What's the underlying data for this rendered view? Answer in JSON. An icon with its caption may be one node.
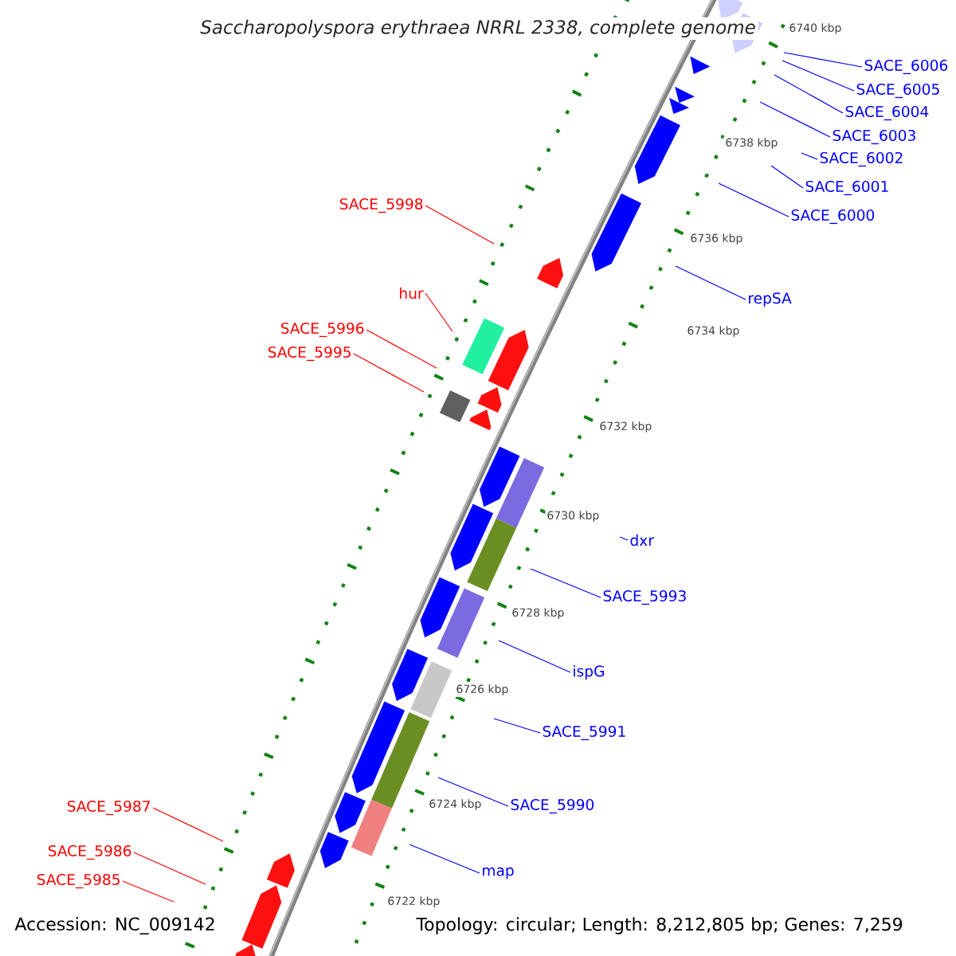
{
  "diagram": {
    "title": "Saccharopolyspora erythraea NRRL 2338, complete genome",
    "nodes": [
      {
        "text": [
          "SACE_6006"
        ]
      },
      {
        "text": [
          "SACE_6005"
        ]
      },
      {
        "text": [
          "SACE_6004"
        ]
      },
      {
        "text": [
          "SACE_6003"
        ]
      },
      {
        "text": [
          "SACE_6002"
        ]
      },
      {
        "text": [
          "SACE_6001"
        ]
      },
      {
        "text": [
          "SACE_6000"
        ]
      },
      {
        "text": [
          "repSA"
        ]
      },
      {
        "text": [
          "SACE_5998"
        ]
      },
      {
        "text": [
          "hur"
        ]
      },
      {
        "text": [
          "SACE_5996"
        ]
      },
      {
        "text": [
          "SACE_5995"
        ]
      },
      {
        "text": [
          "dxr"
        ]
      },
      {
        "text": [
          "SACE_5993"
        ]
      },
      {
        "text": [
          "ispG"
        ]
      },
      {
        "text": [
          "SACE_5991"
        ]
      },
      {
        "text": [
          "SACE_5990"
        ]
      },
      {
        "text": [
          "map"
        ]
      },
      {
        "text": [
          "SACE_5987"
        ]
      },
      {
        "text": [
          "SACE_5986"
        ]
      },
      {
        "text": [
          "SACE_5985"
        ]
      }
    ],
    "edges": [
      {
        "from": 0,
        "to": null,
        "arrow": "none"
      },
      {
        "from": 1,
        "to": null,
        "arrow": "none"
      },
      {
        "from": 2,
        "to": null,
        "arrow": "none"
      },
      {
        "from": 3,
        "to": null,
        "arrow": "none"
      },
      {
        "from": 4,
        "to": null,
        "arrow": "none"
      },
      {
        "from": 5,
        "to": null,
        "arrow": "none"
      },
      {
        "from": 6,
        "to": null,
        "arrow": "none"
      },
      {
        "from": 7,
        "to": null,
        "arrow": "none"
      },
      {
        "from": 8,
        "to": null,
        "arrow": "none",
        "color": "#ff0000"
      },
      {
        "from": 9,
        "to": null,
        "arrow": "none",
        "color": "#ff0000"
      },
      {
        "from": 10,
        "to": null,
        "arrow": "none",
        "color": "#ff0000"
      },
      {
        "from": 11,
        "to": null,
        "arrow": "none",
        "color": "#ff0000"
      },
      {
        "from": 12,
        "to": null,
        "arrow": "none"
      },
      {
        "from": 13,
        "to": null,
        "arrow": "none"
      },
      {
        "from": 14,
        "to": null,
        "arrow": "none"
      },
      {
        "from": 15,
        "to": null,
        "arrow": "none"
      },
      {
        "from": 16,
        "to": null,
        "arrow": "none"
      },
      {
        "from": 17,
        "to": null,
        "arrow": "none"
      },
      {
        "from": 18,
        "to": null,
        "arrow": "none",
        "color": "#ff0000"
      },
      {
        "from": 19,
        "to": null,
        "arrow": "none",
        "color": "#ff0000"
      },
      {
        "from": 20,
        "to": null,
        "arrow": "none",
        "color": "#ff0000"
      }
    ],
    "labels": [
      "6740 kbp",
      "6738 kbp",
      "6736 kbp",
      "6734 kbp",
      "6732 kbp",
      "6730 kbp",
      "6728 kbp",
      "6726 kbp",
      "6724 kbp",
      "6722 kbp",
      "Accession: NC_009142",
      "Topology: circular; Length: 8,212,805 bp; Genes: 7,259"
    ]
  }
}
